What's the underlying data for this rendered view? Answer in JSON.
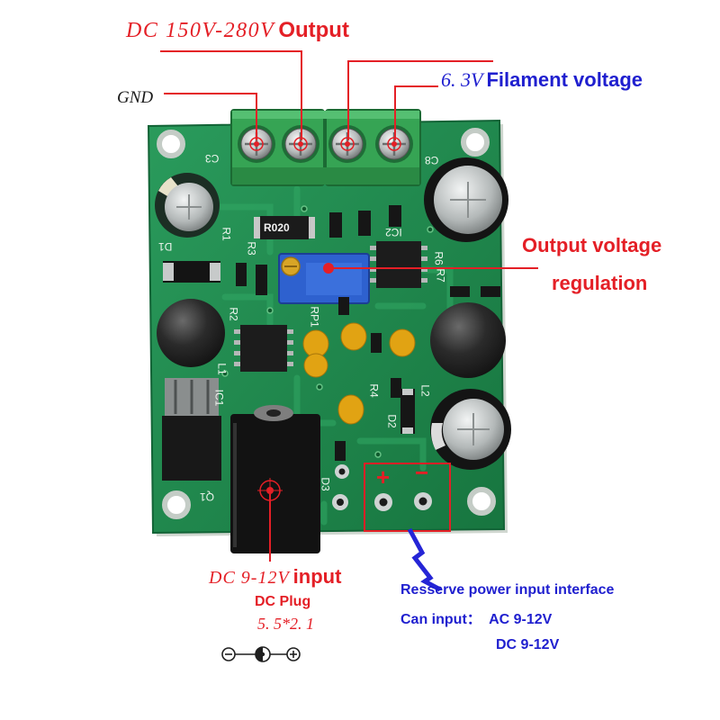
{
  "colors": {
    "annotation_red": "#e41f26",
    "annotation_blue": "#1f1fcf",
    "annotation_black": "#1a1a1a",
    "pcb_green": "#1f8a4a",
    "background": "#ffffff"
  },
  "annotations": {
    "output": {
      "voltage": "DC 150V-280V",
      "label": "Output"
    },
    "gnd": {
      "label": "GND"
    },
    "filament": {
      "voltage": "6. 3V",
      "label": "Filament voltage"
    },
    "regulation": {
      "line1": "Output voltage",
      "line2": "regulation"
    },
    "dc_input": {
      "voltage": "DC 9-12V",
      "label": "input",
      "plug": "DC Plug",
      "size": "5. 5*2. 1"
    },
    "reserve": {
      "title": "Resserve power input interface",
      "can_input": "Can input：  AC 9-12V",
      "dc": "DC 9-12V",
      "plus": "+",
      "minus": "−"
    }
  },
  "pcb": {
    "component_marking": "R020",
    "silkscreen": [
      "C3",
      "C8",
      "D1",
      "R1",
      "R3",
      "R2",
      "RP1",
      "IC2",
      "R6",
      "R7",
      "IC1",
      "L1",
      "R4",
      "L2",
      "D2",
      "D3",
      "Q1"
    ]
  },
  "icons": {
    "polarity_symbol": [
      "minus-circle-icon",
      "barrel-plug-center-icon",
      "plus-circle-icon"
    ],
    "reserve_pointer": "lightning-zigzag-icon",
    "markers": "red-target-icon"
  }
}
